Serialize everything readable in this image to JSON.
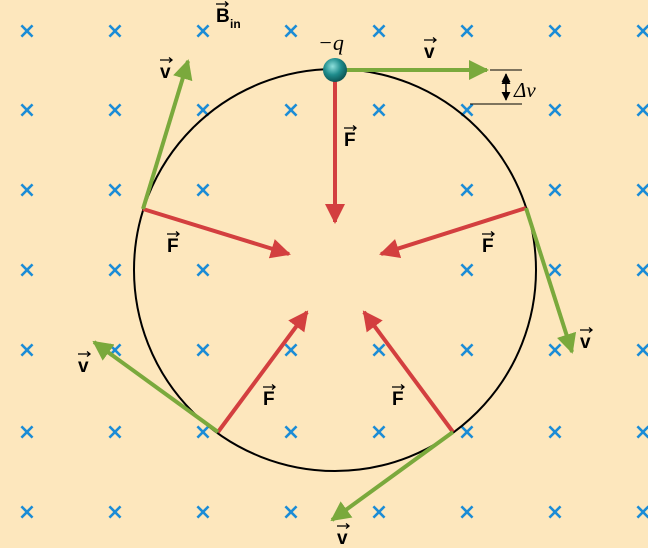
{
  "colors": {
    "background": "#fde7bd",
    "field_marker": "#1b8cd6",
    "force_arrow": "#d33f3f",
    "velocity_arrow": "#7aa93c",
    "charge": "#1e8c8c",
    "orbit": "#000000"
  },
  "labels": {
    "field": "B",
    "field_subscript": "in",
    "charge": "−q",
    "velocity": "v",
    "force": "F",
    "delta_v": "Δv"
  },
  "field_marker_symbol": "×"
}
